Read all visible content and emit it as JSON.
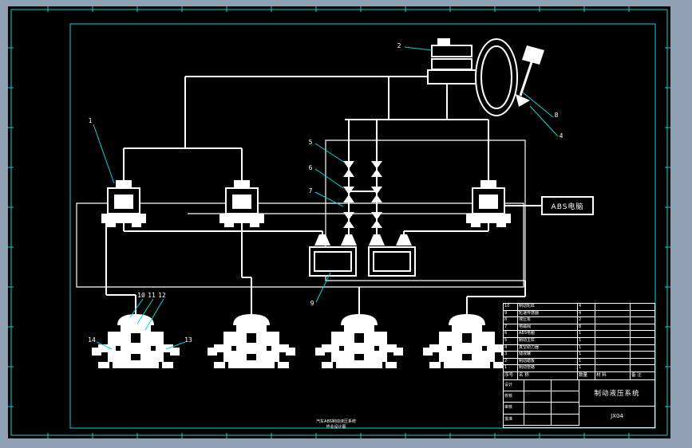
{
  "colors": {
    "app_background": "#8fa0b4",
    "sheet_background": "#000000",
    "frame_color": "#00d8d8",
    "line_color": "#ffffff"
  },
  "abs_label": "ABS电脑",
  "callouts": [
    "1",
    "2",
    "8",
    "4",
    "5",
    "6",
    "7",
    "9",
    "10",
    "11",
    "12",
    "14",
    "13"
  ],
  "title_block": {
    "header": {
      "no": "序号",
      "name": "名  称",
      "qty": "数量",
      "material": "材 料",
      "note": "备 注"
    },
    "rows": [
      {
        "no": "10",
        "name": "制动轮缸",
        "qty": "4",
        "material": "",
        "note": ""
      },
      {
        "no": "9",
        "name": "轮速传感器",
        "qty": "4",
        "material": "",
        "note": ""
      },
      {
        "no": "8",
        "name": "液压泵",
        "qty": "2",
        "material": "",
        "note": ""
      },
      {
        "no": "7",
        "name": "电磁阀",
        "qty": "8",
        "material": "",
        "note": ""
      },
      {
        "no": "6",
        "name": "ABS电脑",
        "qty": "1",
        "material": "",
        "note": ""
      },
      {
        "no": "5",
        "name": "制动主缸",
        "qty": "1",
        "material": "",
        "note": ""
      },
      {
        "no": "4",
        "name": "真空助力器",
        "qty": "1",
        "material": "",
        "note": ""
      },
      {
        "no": "3",
        "name": "储液罐",
        "qty": "1",
        "material": "",
        "note": ""
      },
      {
        "no": "2",
        "name": "制动踏板",
        "qty": "1",
        "material": "",
        "note": ""
      },
      {
        "no": "1",
        "name": "制动管路",
        "qty": "1",
        "material": "",
        "note": ""
      }
    ],
    "info_labels": [
      "设计",
      "校核",
      "审核",
      "批准"
    ],
    "title": "制动液压系统",
    "drawing_no": "JX04"
  },
  "footer": {
    "line1": "汽车ABS制动液压系统",
    "line2": "毕业设计图"
  }
}
